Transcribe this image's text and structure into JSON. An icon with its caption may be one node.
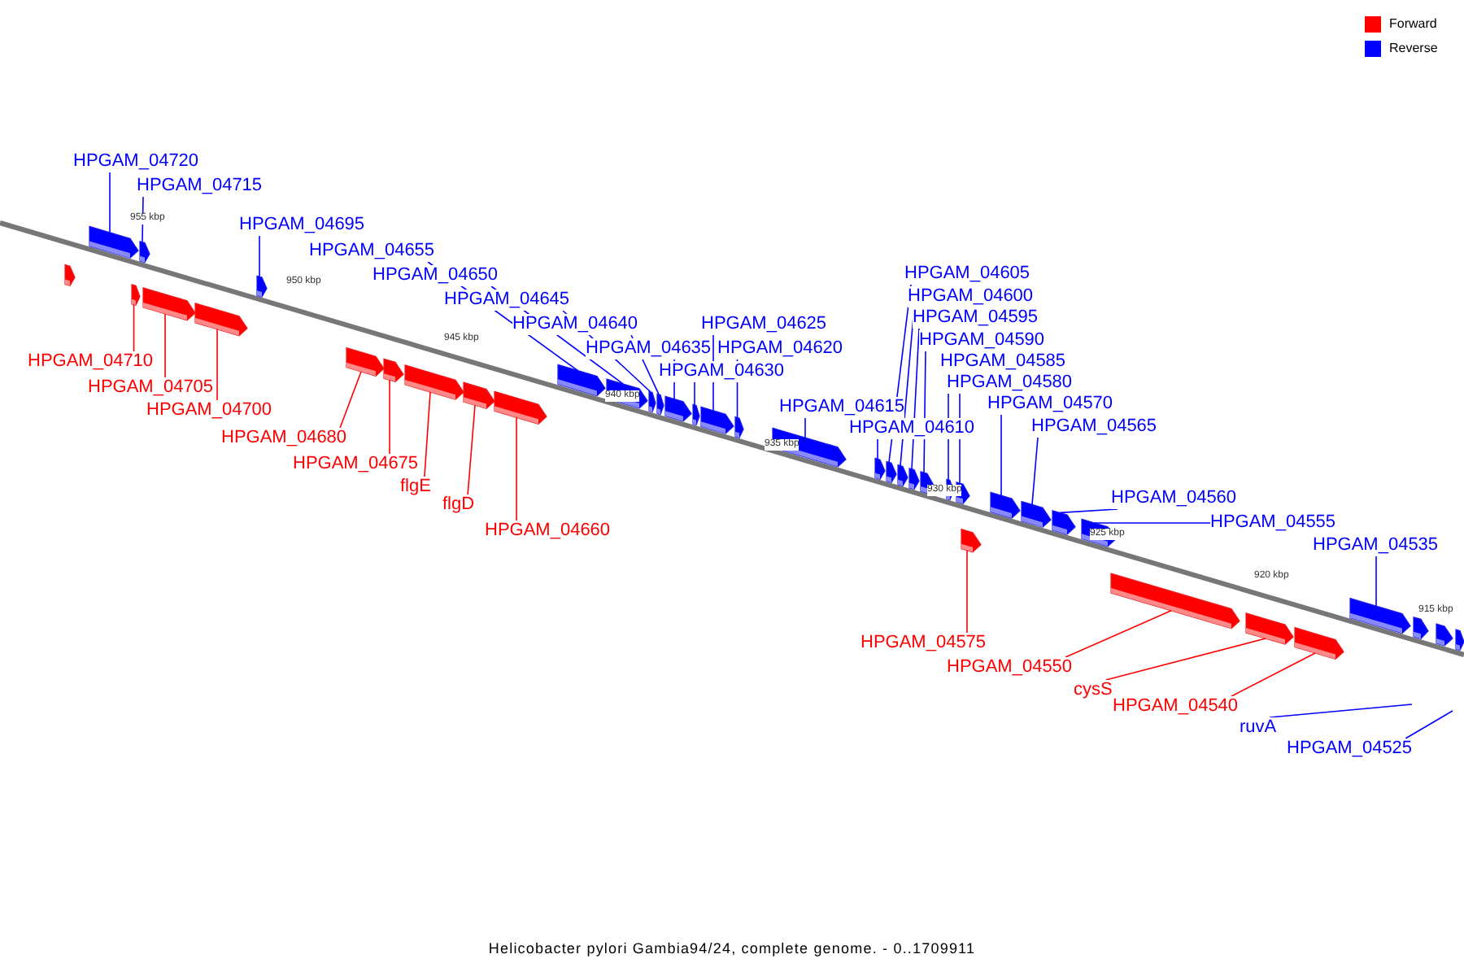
{
  "diagram": {
    "caption": "Helicobacter pylori Gambia94/24, complete genome. - 0..1709911",
    "nodes": [
      {
        "text": [
          "HPGAM_04720"
        ]
      },
      {
        "text": [
          "HPGAM_04715"
        ]
      },
      {
        "text": [
          "HPGAM_04695"
        ]
      },
      {
        "text": [
          "HPGAM_04655"
        ]
      },
      {
        "text": [
          "HPGAM_04650"
        ]
      },
      {
        "text": [
          "HPGAM_04645"
        ]
      },
      {
        "text": [
          "HPGAM_04640"
        ]
      },
      {
        "text": [
          "HPGAM_04635"
        ]
      },
      {
        "text": [
          "HPGAM_04625"
        ]
      },
      {
        "text": [
          "HPGAM_04620"
        ]
      },
      {
        "text": [
          "HPGAM_04630"
        ]
      },
      {
        "text": [
          "HPGAM_04615"
        ]
      },
      {
        "text": [
          "HPGAM_04610"
        ]
      },
      {
        "text": [
          "HPGAM_04605"
        ]
      },
      {
        "text": [
          "HPGAM_04600"
        ]
      },
      {
        "text": [
          "HPGAM_04595"
        ]
      },
      {
        "text": [
          "HPGAM_04590"
        ]
      },
      {
        "text": [
          "HPGAM_04585"
        ]
      },
      {
        "text": [
          "HPGAM_04580"
        ]
      },
      {
        "text": [
          "HPGAM_04570"
        ]
      },
      {
        "text": [
          "HPGAM_04565"
        ]
      },
      {
        "text": [
          "HPGAM_04560"
        ]
      },
      {
        "text": [
          "HPGAM_04555"
        ]
      },
      {
        "text": [
          "HPGAM_04535"
        ]
      },
      {
        "text": [
          "ruvA"
        ]
      },
      {
        "text": [
          "HPGAM_04525"
        ]
      },
      {
        "text": [
          "HPGAM_04710"
        ]
      },
      {
        "text": [
          "HPGAM_04705"
        ]
      },
      {
        "text": [
          "HPGAM_04700"
        ]
      },
      {
        "text": [
          "HPGAM_04680"
        ]
      },
      {
        "text": [
          "HPGAM_04675"
        ]
      },
      {
        "text": [
          "flgE"
        ]
      },
      {
        "text": [
          "flgD"
        ]
      },
      {
        "text": [
          "HPGAM_04660"
        ]
      },
      {
        "text": [
          "HPGAM_04575"
        ]
      },
      {
        "text": [
          "HPGAM_04550"
        ]
      },
      {
        "text": [
          "cysS"
        ]
      },
      {
        "text": [
          "HPGAM_04540"
        ]
      },
      {
        "text": [],
        "shape": "bar"
      },
      {
        "text": [],
        "shape": "bar"
      },
      {
        "text": [],
        "shape": "bar"
      },
      {
        "text": [],
        "shape": "bar"
      },
      {
        "text": [],
        "shape": "bar"
      },
      {
        "text": [],
        "shape": "bar"
      },
      {
        "text": [],
        "shape": "bar"
      },
      {
        "text": [],
        "shape": "bar"
      },
      {
        "text": [],
        "shape": "bar"
      },
      {
        "text": [],
        "shape": "bar"
      },
      {
        "text": [],
        "shape": "bar"
      },
      {
        "text": [],
        "shape": "bar"
      },
      {
        "text": [],
        "shape": "bar"
      },
      {
        "text": [],
        "shape": "bar"
      },
      {
        "text": [],
        "shape": "bar"
      },
      {
        "text": [],
        "shape": "bar"
      },
      {
        "text": [],
        "shape": "bar"
      },
      {
        "text": [],
        "shape": "bar"
      },
      {
        "text": [],
        "shape": "bar"
      },
      {
        "text": [],
        "shape": "bar"
      },
      {
        "text": [],
        "shape": "bar"
      },
      {
        "text": [],
        "shape": "bar"
      },
      {
        "text": [],
        "shape": "bar"
      },
      {
        "text": [],
        "shape": "bar"
      },
      {
        "text": [],
        "shape": "bar"
      },
      {
        "text": [],
        "shape": "bar"
      },
      {
        "text": [],
        "shape": "bar"
      },
      {
        "text": [],
        "shape": "bar"
      },
      {
        "text": [],
        "shape": "bar"
      },
      {
        "text": [],
        "shape": "bar"
      },
      {
        "text": [],
        "shape": "bar"
      },
      {
        "text": [],
        "shape": "bar"
      },
      {
        "text": [],
        "shape": "bar"
      },
      {
        "text": [],
        "shape": "bar"
      },
      {
        "text": [],
        "shape": "bar"
      },
      {
        "text": [],
        "shape": "bar"
      },
      {
        "text": [],
        "shape": "bar"
      },
      {
        "text": [],
        "shape": "bar"
      },
      {
        "text": [],
        "shape": "bar"
      },
      {
        "text": [],
        "shape": "bar"
      }
    ],
    "edges": [
      {
        "from": 0,
        "to": 38,
        "arrow": "none"
      },
      {
        "from": 1,
        "to": 39,
        "arrow": "none"
      },
      {
        "from": 2,
        "to": 40,
        "arrow": "none"
      },
      {
        "from": 3,
        "to": 41,
        "arrow": "none"
      },
      {
        "from": 4,
        "to": 42,
        "arrow": "none"
      },
      {
        "from": 5,
        "to": 43,
        "arrow": "none"
      },
      {
        "from": 6,
        "to": 44,
        "arrow": "none"
      },
      {
        "from": 7,
        "to": 45,
        "arrow": "none"
      },
      {
        "from": 8,
        "to": 47,
        "arrow": "none"
      },
      {
        "from": 9,
        "to": 48,
        "arrow": "none"
      },
      {
        "from": 10,
        "to": 46,
        "arrow": "none"
      },
      {
        "from": 11,
        "to": 49,
        "arrow": "none"
      },
      {
        "from": 12,
        "to": 50,
        "arrow": "none"
      },
      {
        "from": 13,
        "to": 51,
        "arrow": "none"
      },
      {
        "from": 14,
        "to": 52,
        "arrow": "none"
      },
      {
        "from": 15,
        "to": 53,
        "arrow": "none"
      },
      {
        "from": 16,
        "to": 54,
        "arrow": "none"
      },
      {
        "from": 17,
        "to": 55,
        "arrow": "none"
      },
      {
        "from": 18,
        "to": 56,
        "arrow": "none"
      },
      {
        "from": 19,
        "to": 57,
        "arrow": "none"
      },
      {
        "from": 20,
        "to": 58,
        "arrow": "none"
      },
      {
        "from": 21,
        "to": 59,
        "arrow": "none"
      },
      {
        "from": 22,
        "to": 60,
        "arrow": "none"
      },
      {
        "from": 23,
        "to": 61,
        "arrow": "none"
      },
      {
        "from": 24,
        "to": null,
        "arrow": "none"
      },
      {
        "from": 25,
        "to": null,
        "arrow": "none"
      },
      {
        "from": 26,
        "to": 66,
        "arrow": "none",
        "color": "#ff0000"
      },
      {
        "from": 27,
        "to": 67,
        "arrow": "none",
        "color": "#ff0000"
      },
      {
        "from": 28,
        "to": 68,
        "arrow": "none",
        "color": "#ff0000"
      },
      {
        "from": 29,
        "to": 69,
        "arrow": "none",
        "color": "#ff0000"
      },
      {
        "from": 30,
        "to": 70,
        "arrow": "none",
        "color": "#ff0000"
      },
      {
        "from": 31,
        "to": 71,
        "arrow": "none",
        "color": "#ff0000"
      },
      {
        "from": 32,
        "to": 72,
        "arrow": "none",
        "color": "#ff0000"
      },
      {
        "from": 33,
        "to": 73,
        "arrow": "none",
        "color": "#ff0000"
      },
      {
        "from": 34,
        "to": 74,
        "arrow": "none",
        "color": "#ff0000"
      },
      {
        "from": 35,
        "to": 75,
        "arrow": "none",
        "color": "#ff0000"
      },
      {
        "from": 36,
        "to": 76,
        "arrow": "none",
        "color": "#ff0000"
      },
      {
        "from": 37,
        "to": 77,
        "arrow": "none",
        "color": "#ff0000"
      }
    ],
    "labels": [
      "955 kbp",
      "950 kbp",
      "945 kbp",
      "940 kbp",
      "935 kbp",
      "930 kbp",
      "925 kbp",
      "920 kbp",
      "915 kbp"
    ],
    "legend": [
      {
        "text": "Forward",
        "color": "#ff0000"
      },
      {
        "text": "Reverse",
        "color": "#0000ff"
      }
    ]
  }
}
